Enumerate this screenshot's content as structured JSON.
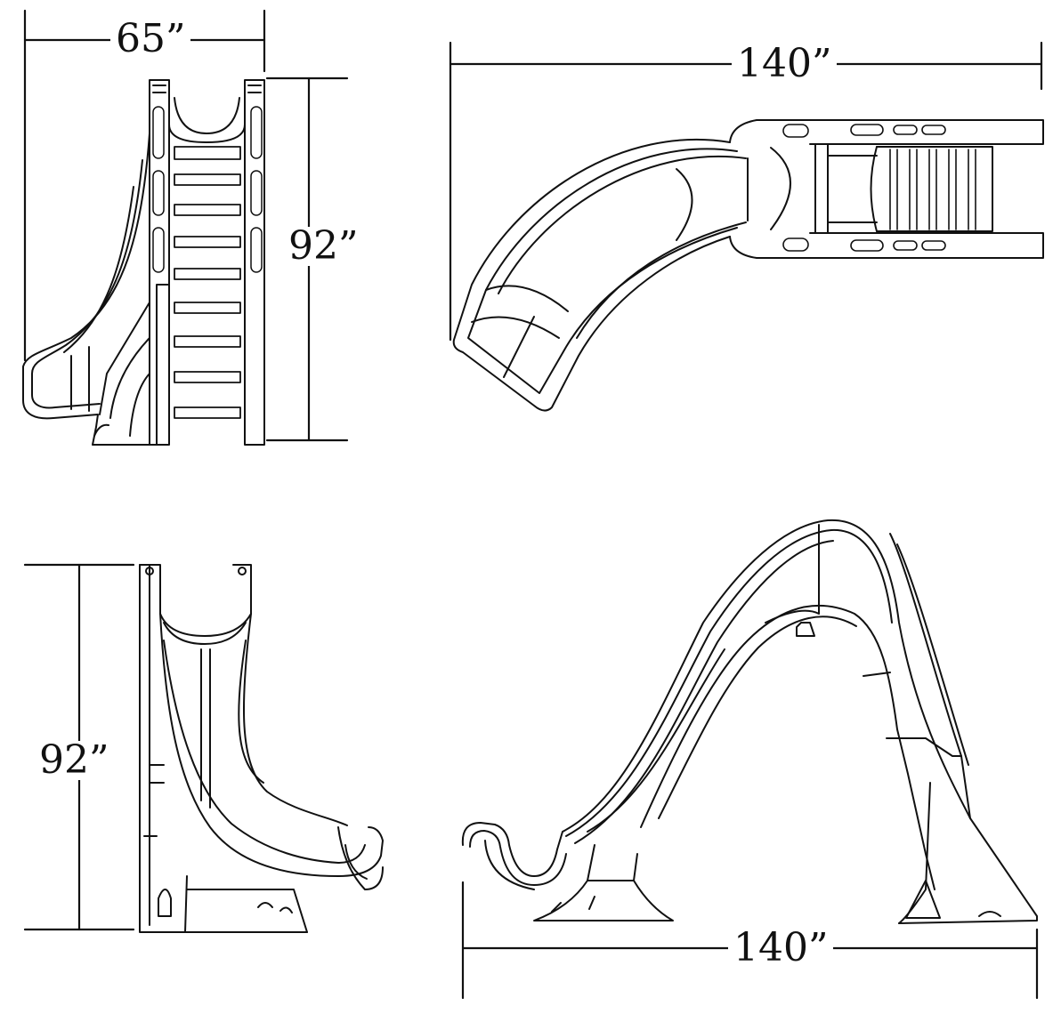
{
  "views": {
    "front": {
      "width_label": "65”",
      "height_label": "92”"
    },
    "top": {
      "length_label": "140”"
    },
    "rear": {
      "height_label": "92”"
    },
    "side": {
      "length_label": "140”"
    }
  },
  "colors": {
    "line": "#111111",
    "background": "#ffffff"
  }
}
